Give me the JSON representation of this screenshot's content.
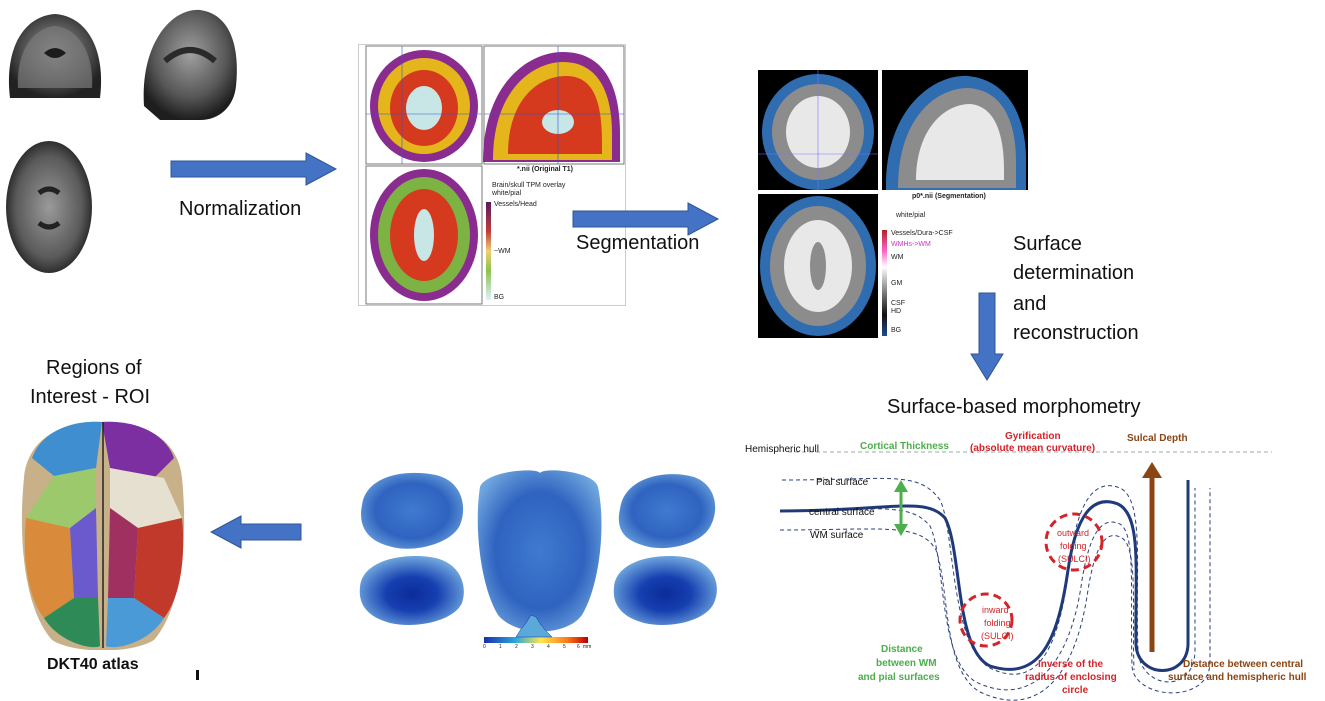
{
  "pipeline": {
    "normalization_label": "Normalization",
    "segmentation_label": "Segmentation",
    "surface_label_lines": [
      "Surface",
      "determination",
      "and",
      "reconstruction"
    ],
    "sbm_title": "Surface-based morphometry",
    "roi_label_lines": [
      "Regions of",
      "Interest - ROI"
    ],
    "atlas_label": "DKT40 atlas"
  },
  "normalized_panel": {
    "caption": "*.nii (Original T1)",
    "legend_lines": [
      "Brain/skull TPM overlay",
      "white/pial"
    ],
    "scale_labels": [
      "Vessels/Head",
      "~WM",
      "BG"
    ]
  },
  "segmentation_panel": {
    "caption": "p0*.nii (Segmentation)",
    "legend_line": "white/pial",
    "scale_labels": [
      "Vessels/Dura->CSF",
      "WMHs->WM",
      "WM",
      "GM",
      "CSF",
      "HD",
      "BG"
    ]
  },
  "thickness_colorbar_ticks": [
    "0",
    "1",
    "2",
    "3",
    "4",
    "5",
    "6",
    "mm"
  ],
  "morphometry_diagram": {
    "hull_label": "Hemispheric hull",
    "pial_label": "Pial surface",
    "central_label": "central surface",
    "wm_label": "WM surface",
    "cortical_thickness_label": "Cortical Thickness",
    "gyrification_lines": [
      "Gyrification",
      "(absolute mean curvature)"
    ],
    "sulcal_depth_label": "Sulcal Depth",
    "outward_lines": [
      "outward",
      "folding",
      "(SULCI)"
    ],
    "inward_lines": [
      "inward",
      "folding",
      "(SULCI)"
    ],
    "distance_wm_pial_lines": [
      "Distance",
      "between WM",
      "and pial surfaces"
    ],
    "inverse_radius_lines": [
      "Inverse of the",
      "radius of enclosing",
      "circle"
    ],
    "distance_central_hull_lines": [
      "Distance between central",
      "surface and hemispheric hull"
    ]
  },
  "colors": {
    "arrow_blue": "#4472c4",
    "arrow_stroke": "#2f5597",
    "green": "#4cae4c",
    "red": "#d2242a",
    "brown": "#8b4513",
    "surface_navy": "#1f3a7a"
  }
}
